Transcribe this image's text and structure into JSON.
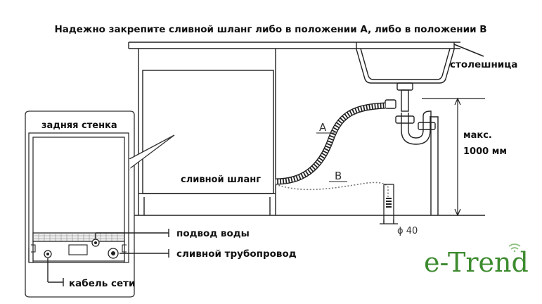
{
  "title": "Надежно закрепите сливной шланг либо в положении A, либо в положении B",
  "labels": {
    "countertop": "столешница",
    "back_wall": "задняя стенка",
    "drain_hose": "сливной шланг",
    "max_height_line1": "макс.",
    "max_height_line2": "1000 мм",
    "position_a": "A",
    "position_b": "B",
    "pipe_diameter": "ϕ 40",
    "water_inlet": "подвод воды",
    "drain_pipe": "сливной трубопровод",
    "power_cable": "кабель сети"
  },
  "brand": {
    "name": "e-Trend",
    "color": "#3d8b2f"
  }
}
